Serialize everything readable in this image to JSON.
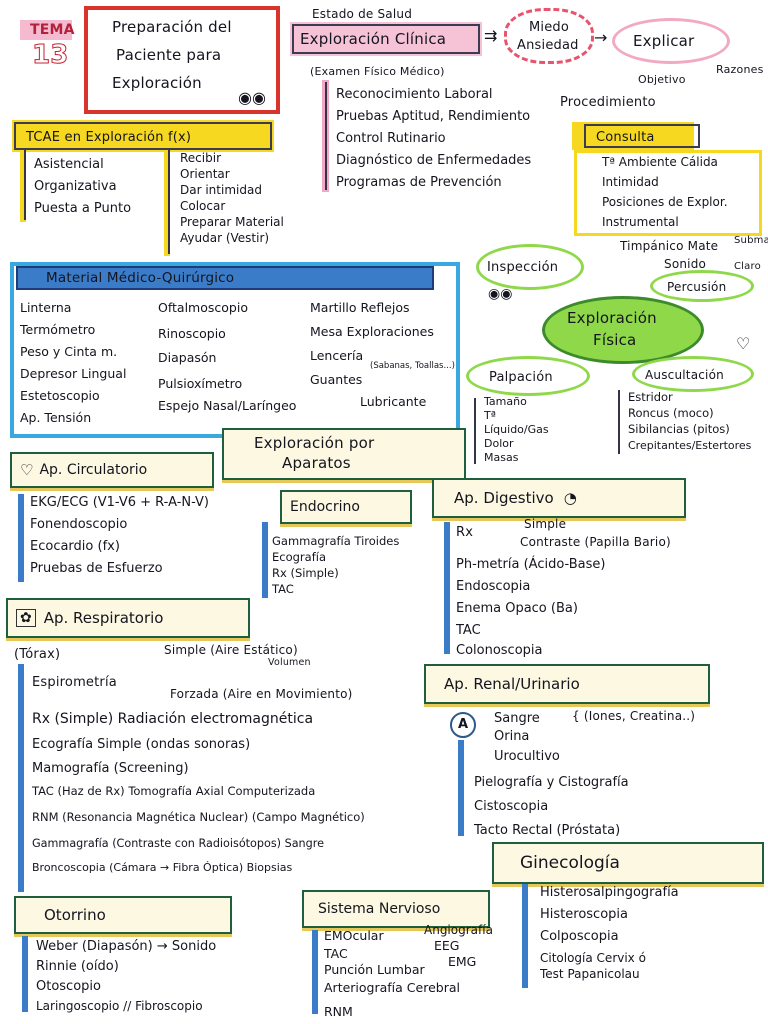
{
  "tema": {
    "label": "TEMA",
    "number": "13"
  },
  "title": {
    "line1": "Preparación del",
    "line2": "Paciente para",
    "line3": "Exploración"
  },
  "estado": "Estado de Salud",
  "expclinica": {
    "title": "Exploración Clínica",
    "subtitle": "(Examen Físico Médico)",
    "items": [
      "Reconocimiento Laboral",
      "Pruebas Aptitud, Rendimiento",
      "Control Rutinario",
      "Diagnóstico de Enfermedades",
      "Programas de Prevención"
    ]
  },
  "miedo": {
    "line1": "Miedo",
    "line2": "Ansiedad"
  },
  "explicar": {
    "label": "Explicar",
    "objetivo": "Objetivo",
    "razones": "Razones",
    "procedimiento": "Procedimiento"
  },
  "tcae": {
    "title": "TCAE en Exploración f(x)",
    "left": [
      "Asistencial",
      "Organizativa",
      "Puesta a Punto"
    ],
    "right": [
      "Recibir",
      "Orientar",
      "Dar intimidad",
      "Colocar",
      "Preparar Material",
      "Ayudar (Vestir)"
    ]
  },
  "consulta": {
    "title": "Consulta",
    "items": [
      "Tª Ambiente Cálida",
      "Intimidad",
      "Posiciones de Explor.",
      "Instrumental"
    ]
  },
  "material": {
    "title": "Material Médico-Quirúrgico",
    "col1": [
      "Linterna",
      "Termómetro",
      "Peso y Cinta m.",
      "Depresor Lingual",
      "Estetoscopio",
      "Ap. Tensión"
    ],
    "col2": [
      "Oftalmoscopio",
      "Rinoscopio",
      "Diapasón",
      "Pulsioxímetro",
      "Espejo Nasal/Laríngeo"
    ],
    "col3": [
      "Martillo Reflejos",
      "Mesa Exploraciones",
      "Lencería",
      "(Sabanas, Toallas...)",
      "Guantes",
      "Lubricante"
    ]
  },
  "fisica": {
    "center": {
      "line1": "Exploración",
      "line2": "Física"
    },
    "inspeccion": "Inspección",
    "percusion": "Percusión",
    "timpanico": "Timpánico Mate",
    "sonido": "Sonido",
    "submate": "Submate",
    "claro": "Claro",
    "palpacion": "Palpación",
    "palpacion_items": [
      "Tamaño",
      "Tª",
      "Líquido/Gas",
      "Dolor",
      "Masas"
    ],
    "auscultacion": "Auscultación",
    "ausc_items": [
      "Estridor",
      "Roncus (moco)",
      "Sibilancias (pitos)",
      "Crepitantes/Estertores"
    ]
  },
  "aparatos_title": {
    "line1": "Exploración por",
    "line2": "Aparatos"
  },
  "circulatorio": {
    "title": "Ap. Circulatorio",
    "items": [
      "EKG/ECG (V1-V6 + R-A-N-V)",
      "Fonendoscopio",
      "Ecocardio (fx)",
      "Pruebas de Esfuerzo"
    ]
  },
  "endocrino": {
    "title": "Endocrino",
    "items": [
      "Gammagrafía Tiroides",
      "Ecografía",
      "Rx (Simple)",
      "TAC"
    ]
  },
  "digestivo": {
    "title": "Ap. Digestivo",
    "rx": "Rx",
    "rx_simple": "Simple",
    "rx_contraste": "Contraste (Papilla Bario)",
    "items": [
      "Ph-metría (Ácido-Base)",
      "Endoscopia",
      "Enema Opaco (Ba)",
      "TAC",
      "Colonoscopia"
    ]
  },
  "respiratorio": {
    "title": "Ap. Respiratorio",
    "torax": "(Tórax)",
    "espirometria": "Espirometría",
    "simple": "Simple (Aire Estático)",
    "volumen": "Volumen",
    "forzada": "Forzada (Aire en Movimiento)",
    "items": [
      "Rx (Simple) Radiación electromagnética",
      "Ecografía Simple (ondas sonoras)",
      "Mamografía (Screening)",
      "TAC (Haz de Rx) Tomografía Axial Computerizada",
      "RNM (Resonancia Magnética Nuclear) (Campo Magnético)",
      "Gammagrafía (Contraste con Radioisótopos) Sangre",
      "Broncoscopia (Cámara → Fibra Óptica) Biopsias"
    ]
  },
  "renal": {
    "title": "Ap. Renal/Urinario",
    "a_items": [
      "Sangre",
      "Orina",
      "Urocultivo"
    ],
    "iones": "{ (Iones, Creatina..)",
    "items": [
      "Pielografía y Cistografía",
      "Cistoscopia",
      "Tacto Rectal (Próstata)"
    ]
  },
  "ginecologia": {
    "title": "Ginecología",
    "items": [
      "Histerosalpingografía",
      "Histeroscopia",
      "Colposcopia",
      "Citología Cervix ó",
      "Test Papanicolau"
    ]
  },
  "otorrino": {
    "title": "Otorrino",
    "items": [
      "Weber (Diapasón) → Sonido",
      "Rinnie (oído)",
      "Otoscopio",
      "Laringoscopio // Fibroscopio"
    ]
  },
  "nervioso": {
    "title": "Sistema Nervioso",
    "items": [
      "EMOcular",
      "TAC",
      "Punción Lumbar",
      "Arteriografía Cerebral",
      "RNM"
    ],
    "right": [
      "Angiografía",
      "EEG",
      "EMG"
    ]
  },
  "colors": {
    "yellow": "#f5d81f",
    "blue": "#3a7cc8",
    "green": "#8fd84a",
    "pink": "#f2a9c4",
    "red": "#d8342c",
    "box_border": "#1f5f3e"
  }
}
